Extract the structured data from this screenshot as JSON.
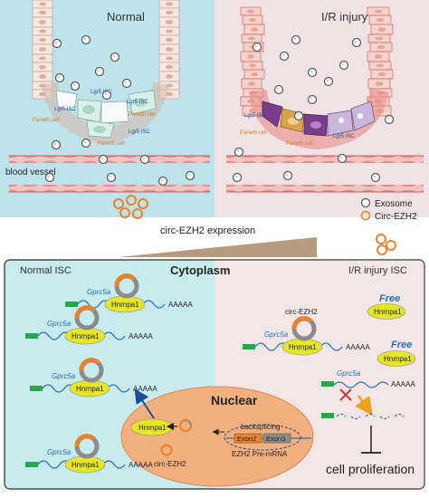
{
  "top": {
    "normal_title": "Normal",
    "injury_title": "I/R injury",
    "cell_labels": {
      "lgr5_isc": "Lgr5 ISC",
      "paneth_cell": "Paneth cell"
    },
    "blood_vessel_label": "blood vessel"
  },
  "legend": {
    "exosome": "Exosome",
    "circ_ezh2": "Circ-EZH2"
  },
  "expression_label": "circ-EZH2 expression",
  "bottom": {
    "normal_isc_title": "Normal ISC",
    "cytoplasm_title": "Cytoplasm",
    "injury_isc_title": "I/R injury ISC",
    "nuclear_title": "Nuclear",
    "gene": "Gprc5a",
    "poly_a": "AAAAA",
    "protein": "Hnrnpa1",
    "free": "Free",
    "circ_label": "circ-EZH2",
    "backsplicing": "backsplicing",
    "exon2": "Exon2",
    "exon3": "Exon3",
    "pre_mrna": "EZH2 Pre-mRNA",
    "cell_proliferation": "cell proliferation"
  },
  "colors": {
    "normal_bg": "#bfe3ea",
    "injury_bg": "#f1e3e5",
    "nucleus": "#f3b07f",
    "hnrnpa1": "#e6e629",
    "circ_orange": "#e9832f",
    "circ_gray": "#8c8c8c",
    "mrna_blue": "#2a6fb5",
    "green_cap": "#23a94a",
    "inhibit_red": "#d8332a"
  }
}
